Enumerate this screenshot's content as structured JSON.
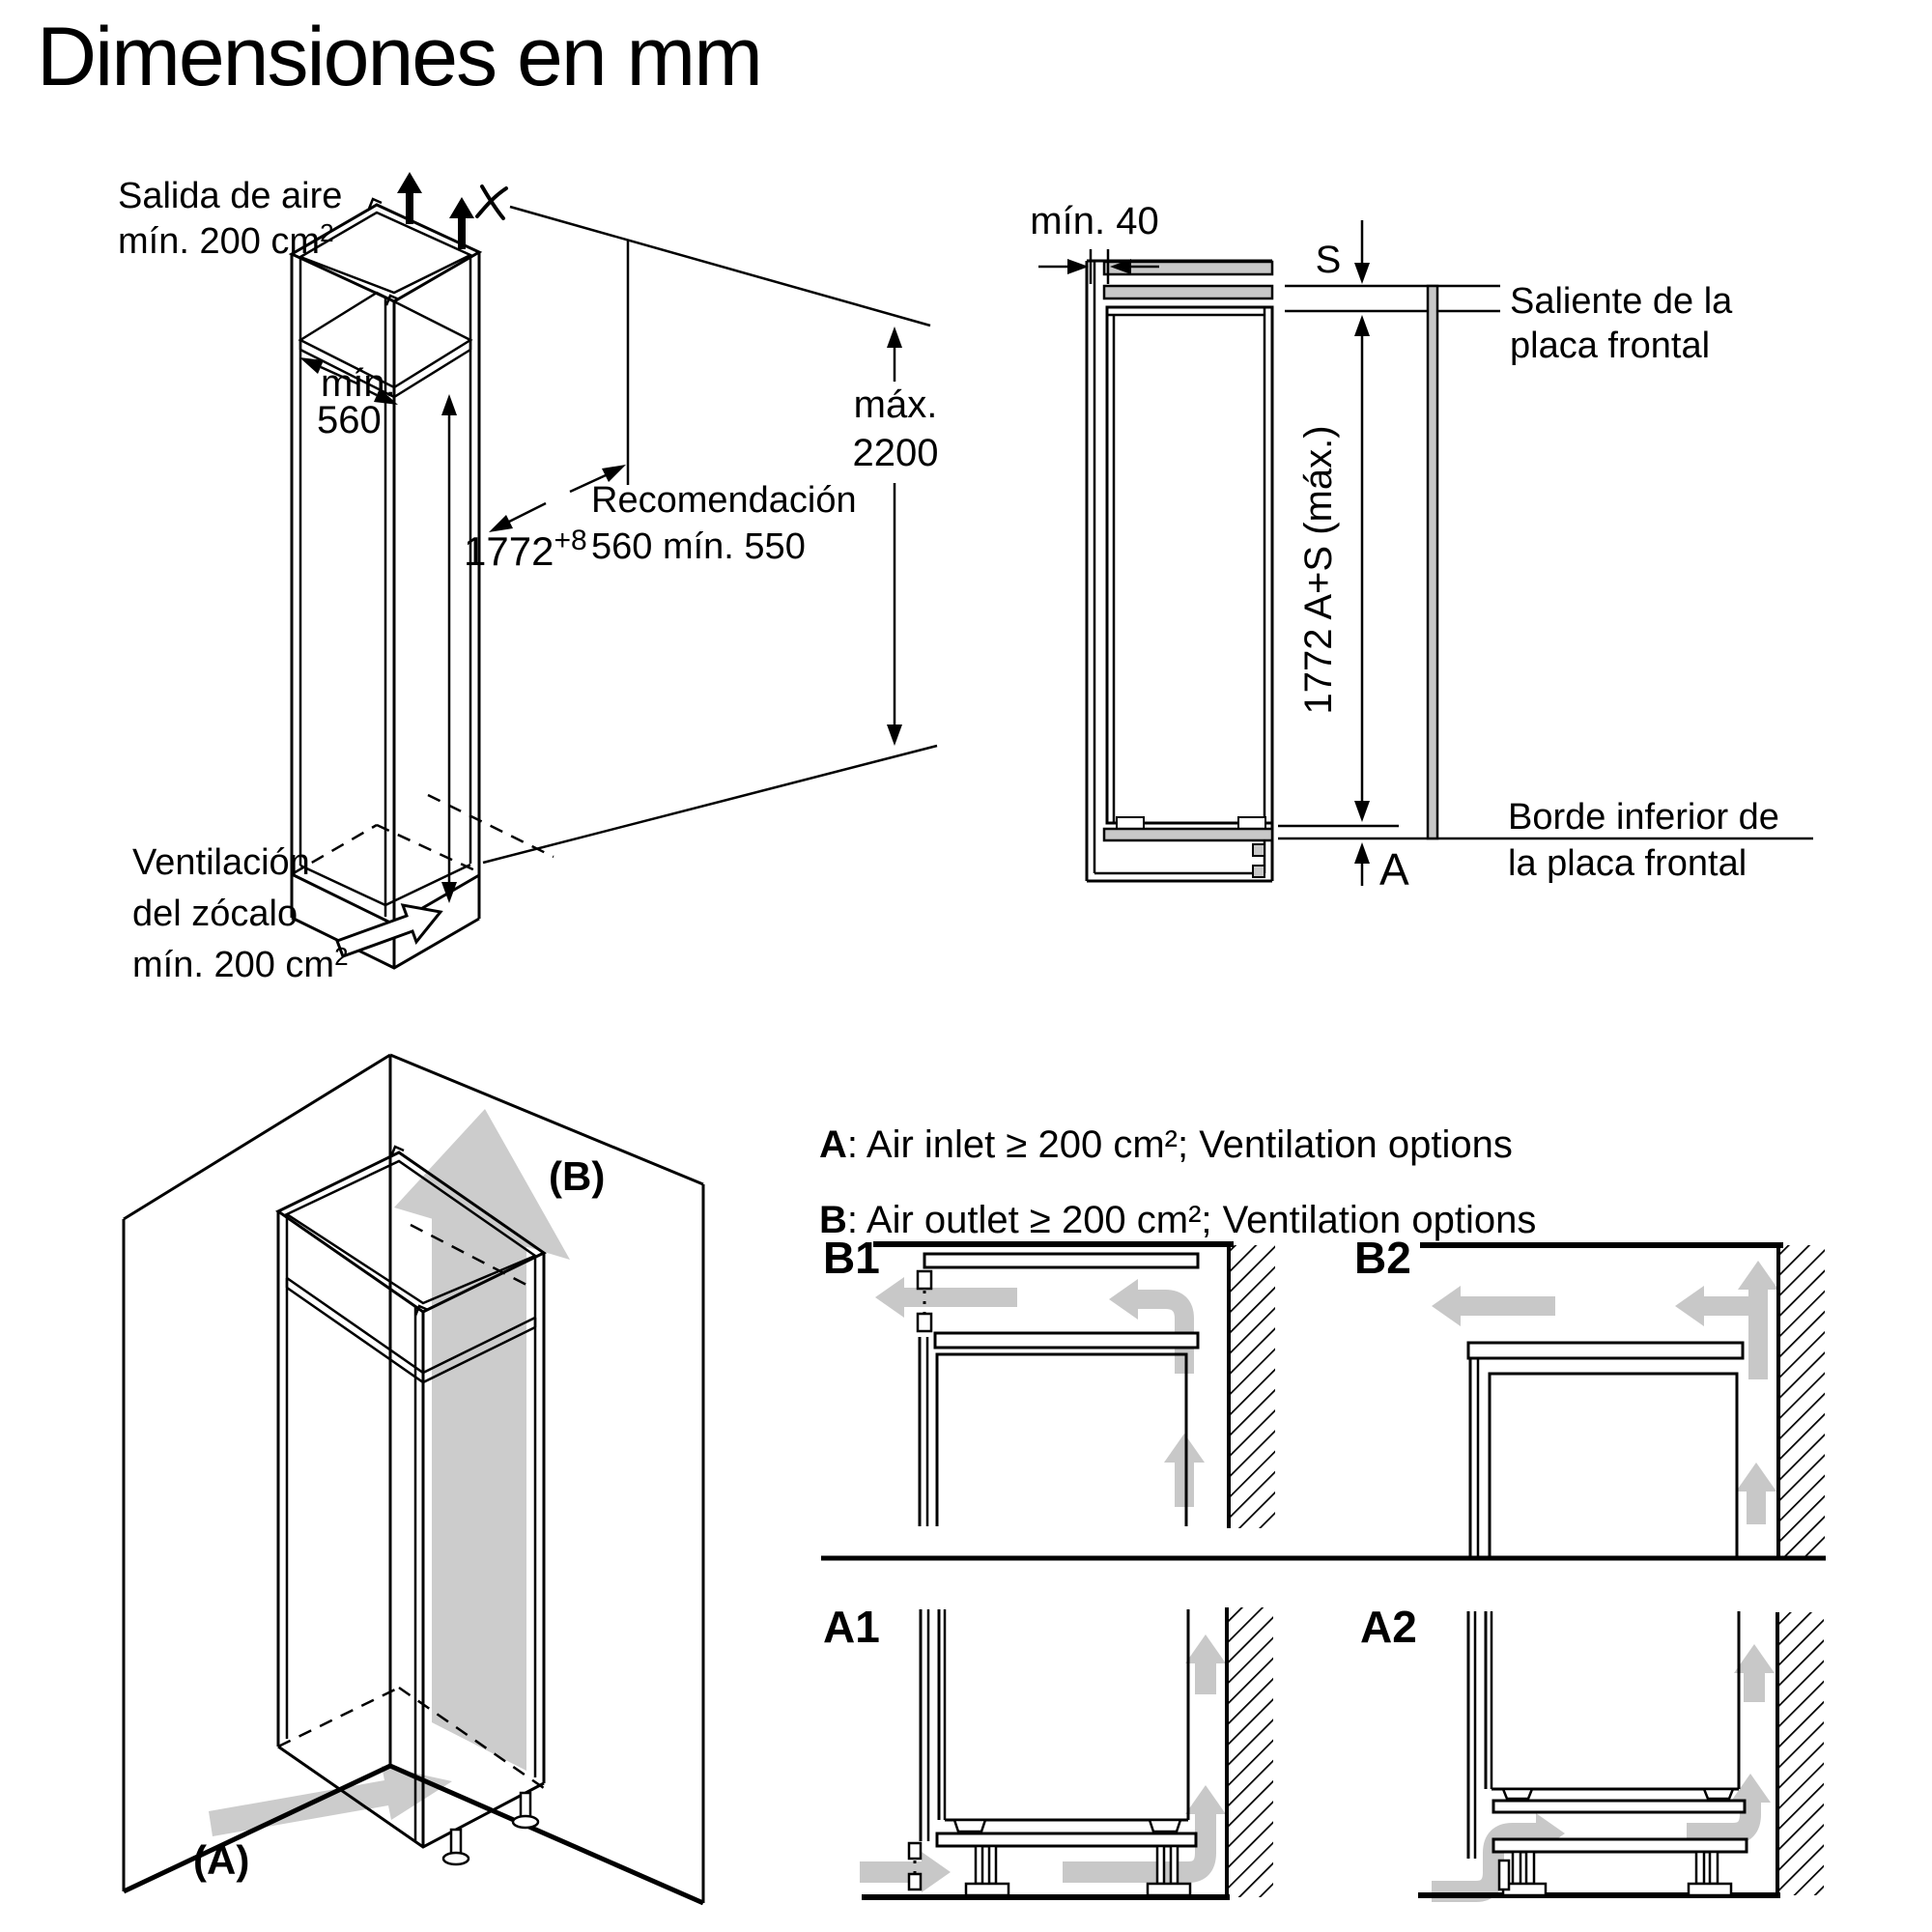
{
  "title": "Dimensiones en mm",
  "colors": {
    "line": "#000000",
    "section_gray": "#c8c8c8",
    "flow_gray": "#cccccc"
  },
  "fig_niche": {
    "air_outlet_l1": "Salida de aire",
    "air_outlet_l2": "mín. 200 cm",
    "air_outlet_sup": "2",
    "depth_min_l1": "mín.",
    "depth_min_l2": "560",
    "recommendation_l1": "Recomendación",
    "recommendation_l2": "560 mín. 550",
    "height_value": "1772",
    "height_tolerance": "+8",
    "max_height_l1": "máx.",
    "max_height_l2": "2200",
    "plinth_vent_l1": "Ventilación",
    "plinth_vent_l2": "del zócalo",
    "plinth_vent_l3": "mín. 200 cm",
    "plinth_vent_sup": "2"
  },
  "fig_section": {
    "top_gap": "mín. 40",
    "s_label": "S",
    "front_panel_l1": "Saliente de la",
    "front_panel_l2": "placa frontal",
    "height_dim": "1772 A+S (máx.)",
    "a_label": "A",
    "bottom_edge_l1": "Borde inferior de",
    "bottom_edge_l2": "la placa frontal"
  },
  "fig_corner": {
    "outlet_label": "(B)",
    "inlet_label": "(A)"
  },
  "legend": {
    "a_key": "A",
    "a_text": ": Air inlet ≥ 200 cm²; Ventilation options",
    "b_key": "B",
    "b_text": ": Air outlet ≥ 200 cm²; Ventilation options"
  },
  "panels": {
    "b1": "B1",
    "b2": "B2",
    "a1": "A1",
    "a2": "A2"
  }
}
